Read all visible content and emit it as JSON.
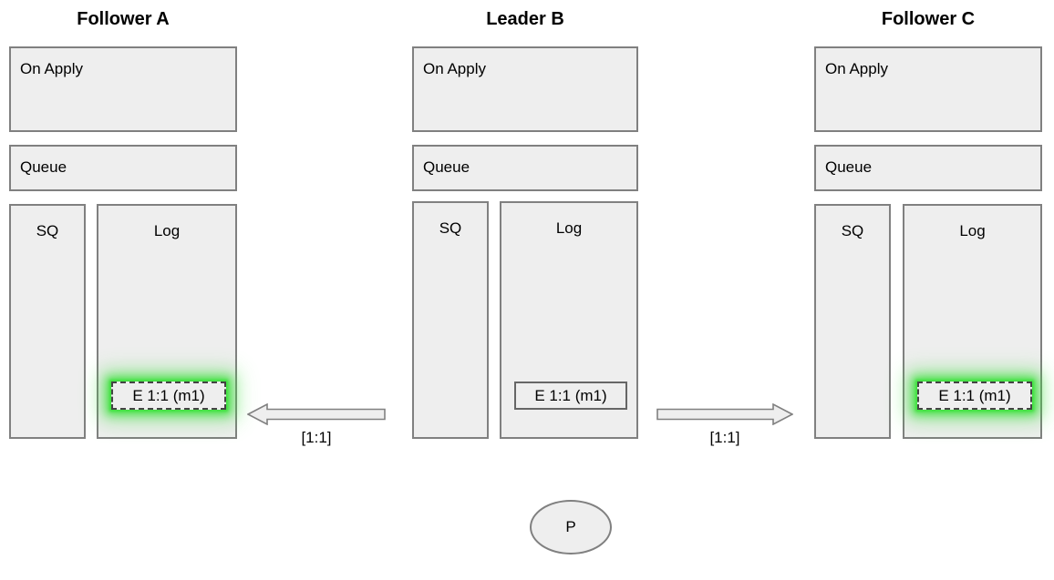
{
  "diagram": {
    "background": "#ffffff",
    "box_fill": "#eeeeee",
    "box_stroke": "#808080",
    "highlight_color": "#3ce13c",
    "nodes": [
      {
        "title": "Follower A",
        "on_apply_label": "On Apply",
        "queue_label": "Queue",
        "sq_label": "SQ",
        "log_label": "Log",
        "entry": {
          "text": "E 1:1 (m1)",
          "highlighted": true
        }
      },
      {
        "title": "Leader B",
        "on_apply_label": "On Apply",
        "queue_label": "Queue",
        "sq_label": "SQ",
        "log_label": "Log",
        "entry": {
          "text": "E 1:1 (m1)",
          "highlighted": false
        }
      },
      {
        "title": "Follower C",
        "on_apply_label": "On Apply",
        "queue_label": "Queue",
        "sq_label": "SQ",
        "log_label": "Log",
        "entry": {
          "text": "E 1:1 (m1)",
          "highlighted": true
        }
      }
    ],
    "arrows": [
      {
        "direction": "left",
        "label": "[1:1]"
      },
      {
        "direction": "right",
        "label": "[1:1]"
      }
    ],
    "client": {
      "label": "P"
    }
  }
}
